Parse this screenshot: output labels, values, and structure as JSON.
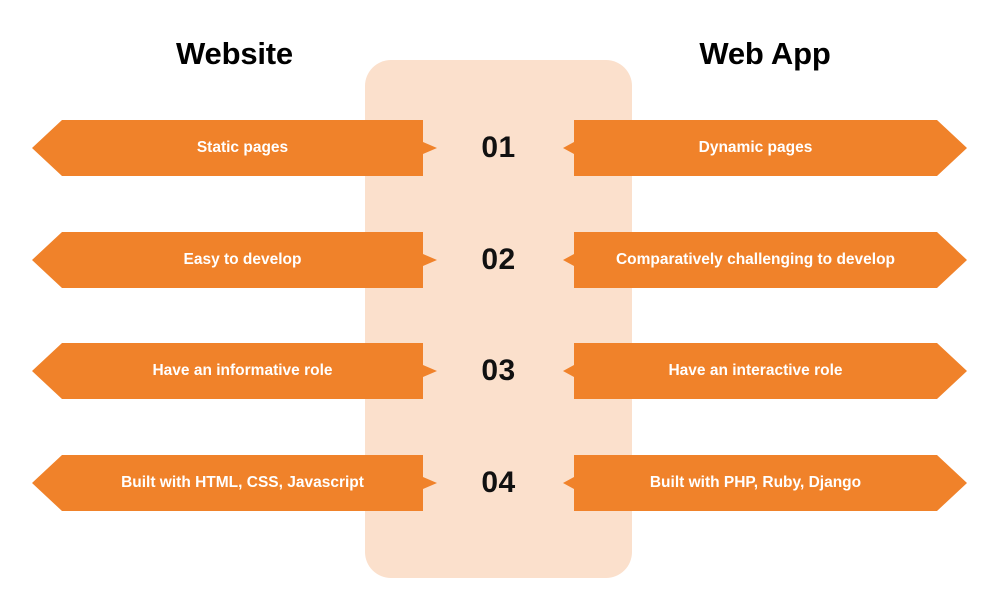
{
  "theme": {
    "background": "#ffffff",
    "panel_color": "#FBE0CC",
    "arrow_color": "#F0822A",
    "arrow_text_color": "#ffffff",
    "heading_color": "#000000",
    "number_color": "#111111"
  },
  "headings": {
    "left": "Website",
    "right": "Web App"
  },
  "rows": [
    {
      "number": "01",
      "left": "Static pages",
      "right": "Dynamic pages"
    },
    {
      "number": "02",
      "left": "Easy to develop",
      "right": "Comparatively challenging to develop"
    },
    {
      "number": "03",
      "left": "Have an informative role",
      "right": "Have an interactive role"
    },
    {
      "number": "04",
      "left": "Built with HTML, CSS, Javascript",
      "right": "Built with PHP, Ruby, Django"
    }
  ]
}
